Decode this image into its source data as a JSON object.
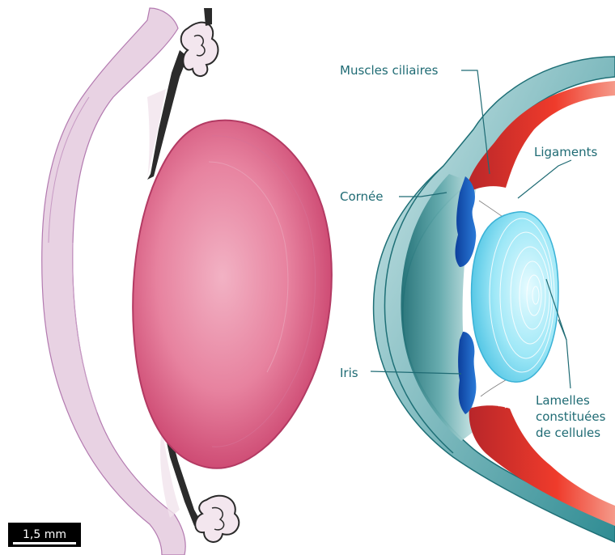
{
  "labels": {
    "muscles": "Muscles ciliaires",
    "ligaments": "Ligaments",
    "cornee": "Cornée",
    "iris": "Iris",
    "lamelles_1": "Lamelles",
    "lamelles_2": "constituées",
    "lamelles_3": "de cellules"
  },
  "scale_bar": {
    "label": "1,5 mm"
  },
  "colors": {
    "label_text": "#1f6b74",
    "lens_histology": "#d9577f",
    "lens_diagram": "#8ee3f4",
    "muscle": "#e53a2c",
    "iris": "#1660b8",
    "eye_wall": "#2f8c93"
  }
}
